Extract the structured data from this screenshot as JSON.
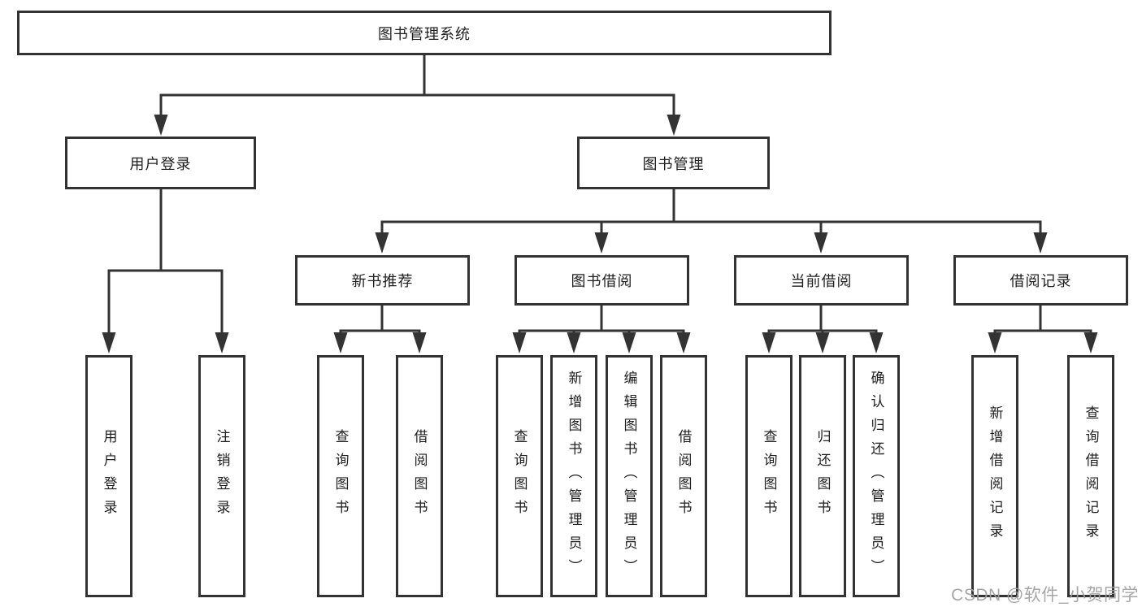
{
  "tree": {
    "root": {
      "label": "图书管理系统"
    },
    "branches": [
      {
        "label": "用户登录",
        "children": [
          {
            "label": "用户登录"
          },
          {
            "label": "注销登录"
          }
        ]
      },
      {
        "label": "图书管理",
        "children": [
          {
            "label": "新书推荐",
            "children": [
              {
                "label": "查询图书"
              },
              {
                "label": "借阅图书"
              }
            ]
          },
          {
            "label": "图书借阅",
            "children": [
              {
                "label": "查询图书"
              },
              {
                "label": "新增图书（管理员）"
              },
              {
                "label": "编辑图书（管理员）"
              },
              {
                "label": "借阅图书"
              }
            ]
          },
          {
            "label": "当前借阅",
            "children": [
              {
                "label": "查询图书"
              },
              {
                "label": "归还图书"
              },
              {
                "label": "确认归还（管理员）"
              }
            ]
          },
          {
            "label": "借阅记录",
            "children": [
              {
                "label": "新增借阅记录"
              },
              {
                "label": "查询借阅记录"
              }
            ]
          }
        ]
      }
    ]
  },
  "watermark": {
    "text": "CSDN @软件_小贺同学"
  },
  "colors": {
    "line": "#333333",
    "box_border": "#333333",
    "text": "#1e1e1e",
    "watermark": "#9e9e9e",
    "background": "#ffffff"
  }
}
